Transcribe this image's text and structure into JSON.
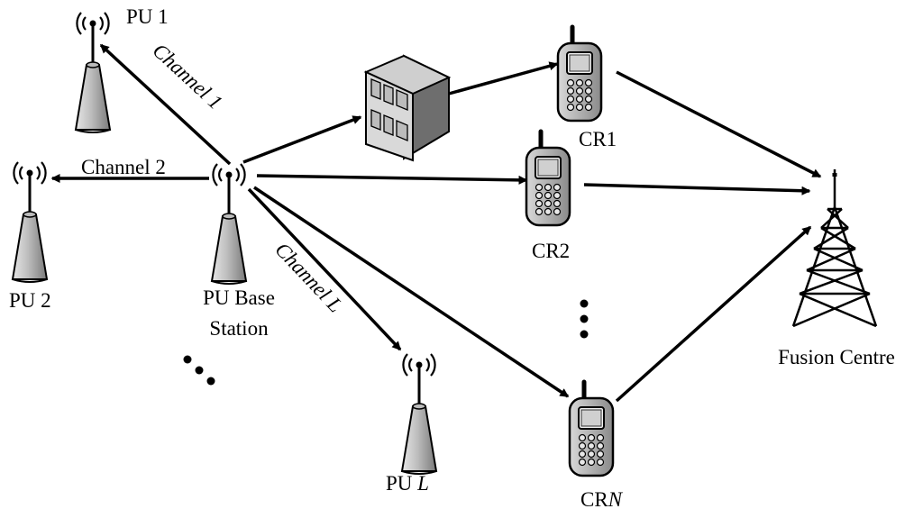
{
  "nodes": {
    "pu1": {
      "prefix": "PU 1",
      "suffix": ""
    },
    "pu2": {
      "prefix": "PU 2",
      "suffix": ""
    },
    "pul": {
      "prefix": "PU ",
      "suffix": "L"
    },
    "base": {
      "line1": "PU Base",
      "line2": "Station"
    },
    "cr1": {
      "prefix": "CR1",
      "suffix": ""
    },
    "cr2": {
      "prefix": "CR2",
      "suffix": ""
    },
    "crn": {
      "prefix": "CR",
      "suffix": "N"
    },
    "fusion": {
      "label": "Fusion Centre"
    }
  },
  "channels": {
    "ch1": {
      "prefix": "Channel 1",
      "suffix": ""
    },
    "ch2": {
      "prefix": "Channel 2",
      "suffix": ""
    },
    "chl": {
      "prefix": "Channel ",
      "suffix": "L"
    }
  }
}
